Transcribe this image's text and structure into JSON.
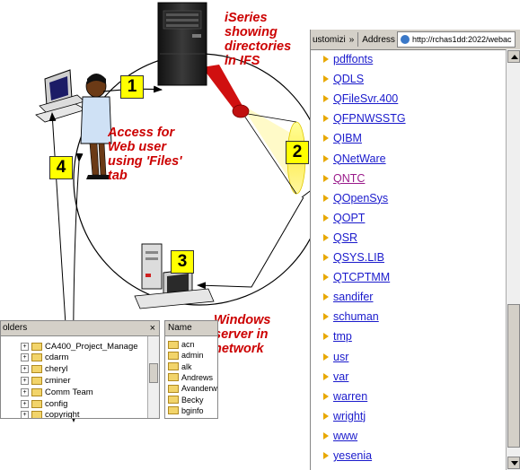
{
  "steps": [
    {
      "num": "1"
    },
    {
      "num": "2"
    },
    {
      "num": "3"
    },
    {
      "num": "4"
    }
  ],
  "callouts": {
    "iseries": [
      "iSeries",
      "showing",
      "directories",
      "in IFS"
    ],
    "access": [
      "Access for",
      "Web user",
      "using 'Files'",
      "tab"
    ],
    "windows": [
      "Windows",
      "server in",
      "network"
    ]
  },
  "browser": {
    "tab_label": "ustomizi",
    "tab_more": "»",
    "address_label": "Address",
    "url": "http://rchas1dd:2022/webac",
    "items": [
      {
        "label": "pdffonts",
        "visited": false
      },
      {
        "label": "QDLS",
        "visited": false
      },
      {
        "label": "QFileSvr.400",
        "visited": false
      },
      {
        "label": "QFPNWSSTG",
        "visited": false
      },
      {
        "label": "QIBM",
        "visited": false
      },
      {
        "label": "QNetWare",
        "visited": false
      },
      {
        "label": "QNTC",
        "visited": true
      },
      {
        "label": "QOpenSys",
        "visited": false
      },
      {
        "label": "QOPT",
        "visited": false
      },
      {
        "label": "QSR",
        "visited": false
      },
      {
        "label": "QSYS.LIB",
        "visited": false
      },
      {
        "label": "QTCPTMM",
        "visited": false
      },
      {
        "label": "sandifer",
        "visited": false
      },
      {
        "label": "schuman",
        "visited": false
      },
      {
        "label": "tmp",
        "visited": false
      },
      {
        "label": "usr",
        "visited": false
      },
      {
        "label": "var",
        "visited": false
      },
      {
        "label": "warren",
        "visited": false
      },
      {
        "label": "wrightj",
        "visited": false
      },
      {
        "label": "www",
        "visited": false
      },
      {
        "label": "yesenia",
        "visited": false
      }
    ]
  },
  "folders_pane": {
    "header": "olders",
    "close": "×",
    "items": [
      "CA400_Project_Manage",
      "cdarm",
      "cheryl",
      "cminer",
      "Comm Team",
      "config",
      "copyright"
    ]
  },
  "names_pane": {
    "header": "Name",
    "items": [
      "acn",
      "admin",
      "alk",
      "Andrews",
      "Avanderwl",
      "Becky",
      "bginfo"
    ]
  },
  "colors": {
    "callout": "#cc0000",
    "badge": "#ffff00",
    "link": "#1a1acc",
    "visited": "#9a1a8a",
    "folder": "#f2d46a"
  }
}
